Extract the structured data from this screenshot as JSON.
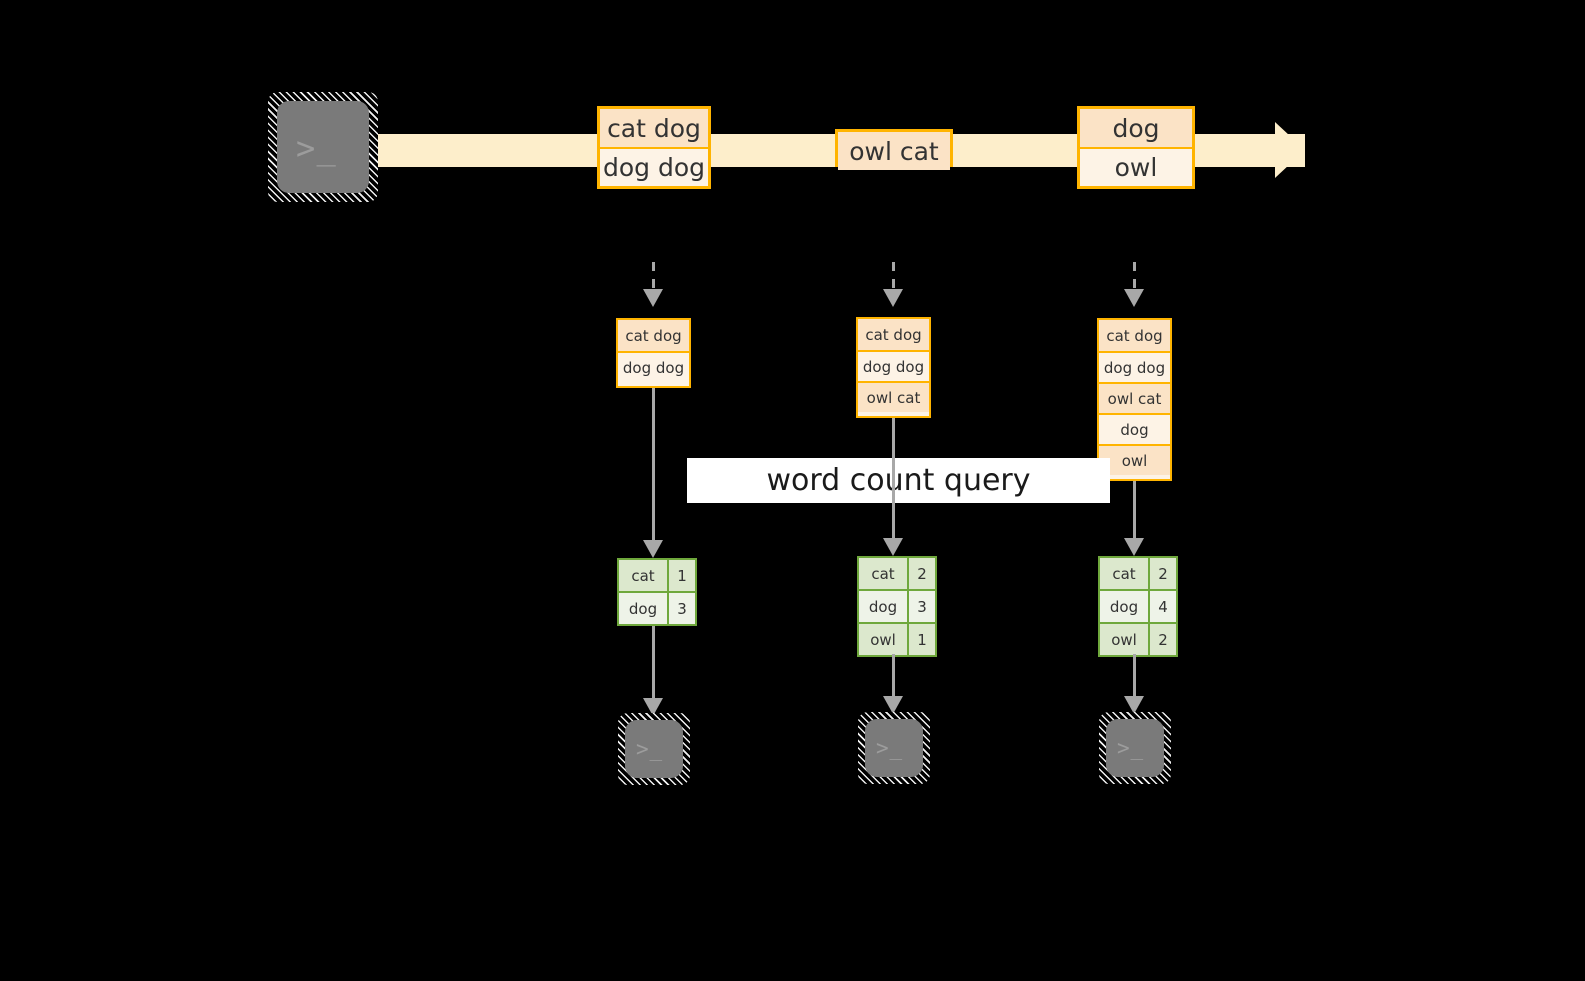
{
  "diagram": {
    "title": "word count streaming query",
    "background_color": "#000000",
    "accent_orange": "#ffb400",
    "accent_green": "#6fa83c",
    "stream_fill": "#fdeecb",
    "arrow_gray": "#a8a8a8",
    "query_label": "word count query"
  },
  "source": {
    "icon": "terminal-icon",
    "glyph": ">_"
  },
  "stream": {
    "records": [
      {
        "lines": [
          "cat dog",
          "dog dog"
        ]
      },
      {
        "lines": [
          "owl cat"
        ]
      },
      {
        "lines": [
          "dog",
          "owl"
        ]
      }
    ]
  },
  "columns": [
    {
      "snapshot": {
        "lines": [
          "cat dog",
          "dog dog"
        ]
      },
      "result": {
        "rows": [
          {
            "word": "cat",
            "count": "1"
          },
          {
            "word": "dog",
            "count": "3"
          }
        ]
      },
      "sink": {
        "icon": "terminal-icon",
        "glyph": ">_"
      }
    },
    {
      "snapshot": {
        "lines": [
          "cat dog",
          "dog dog",
          "owl cat"
        ]
      },
      "result": {
        "rows": [
          {
            "word": "cat",
            "count": "2"
          },
          {
            "word": "dog",
            "count": "3"
          },
          {
            "word": "owl",
            "count": "1"
          }
        ]
      },
      "sink": {
        "icon": "terminal-icon",
        "glyph": ">_"
      }
    },
    {
      "snapshot": {
        "lines": [
          "cat dog",
          "dog dog",
          "owl cat",
          "dog",
          "owl"
        ]
      },
      "result": {
        "rows": [
          {
            "word": "cat",
            "count": "2"
          },
          {
            "word": "dog",
            "count": "4"
          },
          {
            "word": "owl",
            "count": "2"
          }
        ]
      },
      "sink": {
        "icon": "terminal-icon",
        "glyph": ">_"
      }
    }
  ]
}
